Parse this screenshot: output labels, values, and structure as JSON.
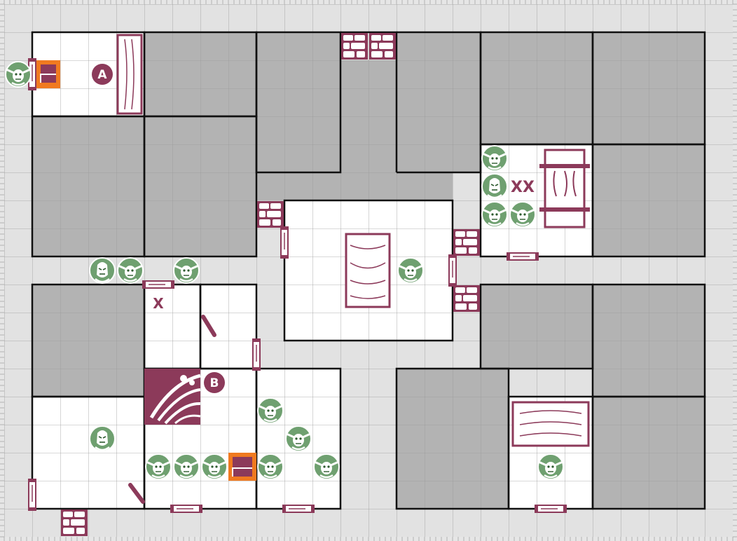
{
  "board": {
    "columns": 26,
    "rows": 19,
    "colors": {
      "corridor": "#e2e2e2",
      "room_floor": "#ffffff",
      "solid_rock": "#b3b3b3",
      "wall": "#111111",
      "furniture": "#8c3a5a",
      "monster": "#6fa070",
      "stairs": "#f07a20"
    }
  },
  "markers": {
    "room_a": "A",
    "room_b": "B",
    "x_mark": "X",
    "xx_mark": "XX"
  },
  "tokens": {
    "goblins": 15,
    "orcs": 3,
    "fimirs": 0
  }
}
